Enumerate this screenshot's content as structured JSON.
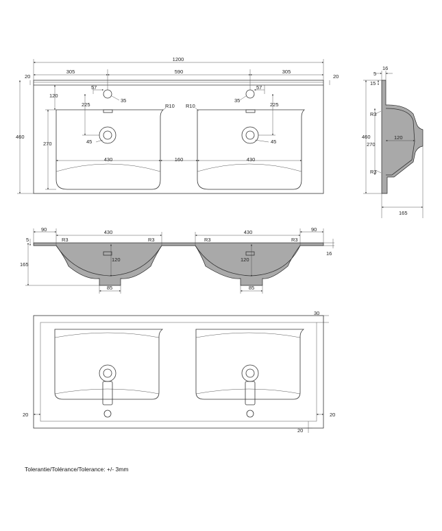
{
  "top_view": {
    "overall_width": "1200",
    "tap_offset_left": "305",
    "tap_spacing": "590",
    "tap_offset_right": "305",
    "edge_left": "20",
    "edge_right": "20",
    "tap_offset_left_small": "57",
    "tap_offset_right_small": "57",
    "tap_hole_left": "35",
    "tap_hole_right": "35",
    "bowl_offset_left": "120",
    "tap_to_drain_left": "225",
    "tap_to_drain_right": "225",
    "radius_left": "R10",
    "radius_right": "R10",
    "overall_depth": "460",
    "bowl_depth": "270",
    "drain_left": "45",
    "drain_right": "45",
    "bowl_width_left": "430",
    "bowl_gap": "160",
    "bowl_width_right": "430"
  },
  "side_view": {
    "top_thickness": "16",
    "rim": "5",
    "rim_depth": "15",
    "radius_top": "R3",
    "overall_depth": "460",
    "bowl_depth": "270",
    "drain_offset": "120",
    "radius_bottom": "R3",
    "total_height": "165"
  },
  "front_view": {
    "edge_left": "90",
    "bowl_left": "430",
    "bowl_right": "430",
    "edge_right": "90",
    "rim": "5",
    "r_left_1": "R3",
    "r_left_2": "R3",
    "r_right_1": "R3",
    "r_right_2": "R3",
    "height": "165",
    "thickness": "16",
    "drain_depth_left": "120",
    "drain_depth_right": "120",
    "outlet_left": "85",
    "outlet_right": "85"
  },
  "cutout_view": {
    "offset_top": "30",
    "offset_left": "20",
    "offset_right": "20",
    "offset_bottom": "20"
  },
  "tolerance_note": "Tolerantie/Tolérance/Tolerance: +/- 3mm"
}
